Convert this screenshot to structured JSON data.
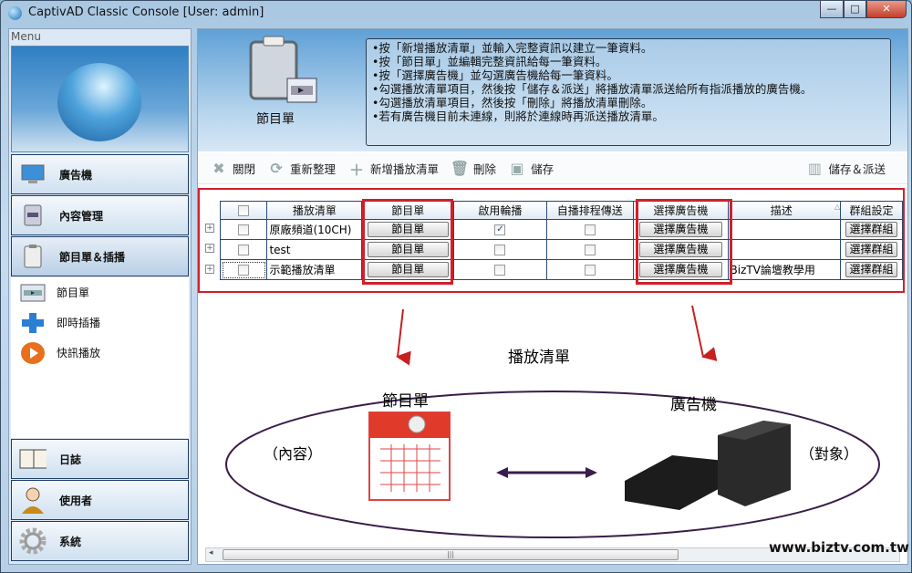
{
  "window": {
    "title": "CaptivAD Classic Console [User: admin]",
    "minimize": "—",
    "maximize": "□",
    "close": "✕"
  },
  "sidebar": {
    "menu_label": "Menu",
    "nav_top": [
      {
        "label": "廣告機"
      },
      {
        "label": "內容管理"
      },
      {
        "label": "節目單＆插播"
      }
    ],
    "sub_items": [
      {
        "label": "節目單"
      },
      {
        "label": "即時插播"
      },
      {
        "label": "快訊播放"
      }
    ],
    "nav_bottom": [
      {
        "label": "日誌"
      },
      {
        "label": "使用者"
      },
      {
        "label": "系統"
      }
    ]
  },
  "header": {
    "title": "節目單",
    "instructions": [
      "•按「新增播放清單」並輸入完整資訊以建立一筆資料。",
      "•按「節目單」並編輯完整資訊給每一筆資料。",
      "•按「選擇廣告機」並勾選廣告機給每一筆資料。",
      "•勾選播放清單項目，然後按「儲存＆派送」將播放清單派送給所有指派播放的廣告機。",
      "•勾選播放清單項目，然後按「刪除」將播放清單刪除。",
      "•若有廣告機目前未連線，則將於連線時再派送播放清單。"
    ]
  },
  "toolbar": {
    "close": "關閉",
    "refresh": "重新整理",
    "add": "新增播放清單",
    "delete": "刪除",
    "save": "儲存",
    "save_send": "儲存＆派送"
  },
  "table": {
    "columns": [
      "播放清單",
      "節目單",
      "啟用輪播",
      "自播排程傳送",
      "選擇廣告機",
      "描述",
      "群組設定"
    ],
    "rows": [
      {
        "name": "原廠頻道(10CH)",
        "program_btn": "節目單",
        "rotation": true,
        "auto_send": false,
        "player_btn": "選擇廣告機",
        "desc": "",
        "group_btn": "選擇群組"
      },
      {
        "name": "test",
        "program_btn": "節目單",
        "rotation": false,
        "auto_send": false,
        "player_btn": "選擇廣告機",
        "desc": "",
        "group_btn": "選擇群組"
      },
      {
        "name": "示範播放清單",
        "program_btn": "節目單",
        "rotation": false,
        "auto_send": false,
        "player_btn": "選擇廣告機",
        "desc": "BizTV論壇教學用",
        "group_btn": "選擇群組"
      }
    ]
  },
  "diagram": {
    "title": "播放清單",
    "left_title": "節目單",
    "left_label": "（內容）",
    "right_title": "廣告機",
    "right_label": "（對象）"
  },
  "watermark": "www.biztv.com.tw",
  "colors": {
    "highlight": "#d0202a",
    "accent": "#2b4a74"
  }
}
